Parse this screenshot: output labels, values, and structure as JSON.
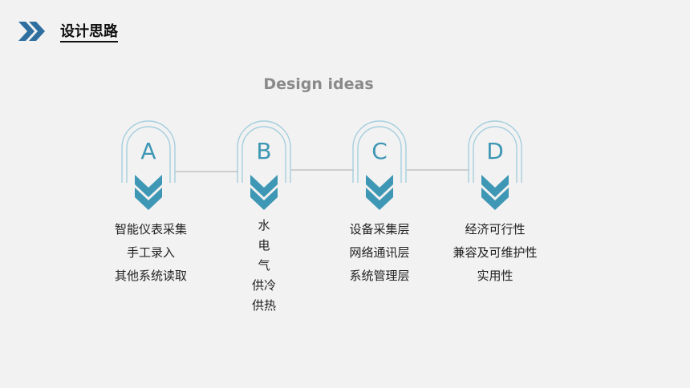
{
  "header": {
    "title": "设计思路",
    "icon": "double-chevron-right-icon",
    "accent": "#2f6fa0"
  },
  "subtitle": "Design ideas",
  "accent_color": "#3e97b4",
  "steps": [
    {
      "letter": "A",
      "lines": [
        "智能仪表采集",
        "手工录入",
        "其他系统读取"
      ]
    },
    {
      "letter": "B",
      "lines": [
        "水",
        "电",
        "气",
        "供冷",
        "供热"
      ]
    },
    {
      "letter": "C",
      "lines": [
        "设备采集层",
        "网络通讯层",
        "系统管理层"
      ]
    },
    {
      "letter": "D",
      "lines": [
        "经济可行性",
        "兼容及可维护性",
        "实用性"
      ]
    }
  ]
}
